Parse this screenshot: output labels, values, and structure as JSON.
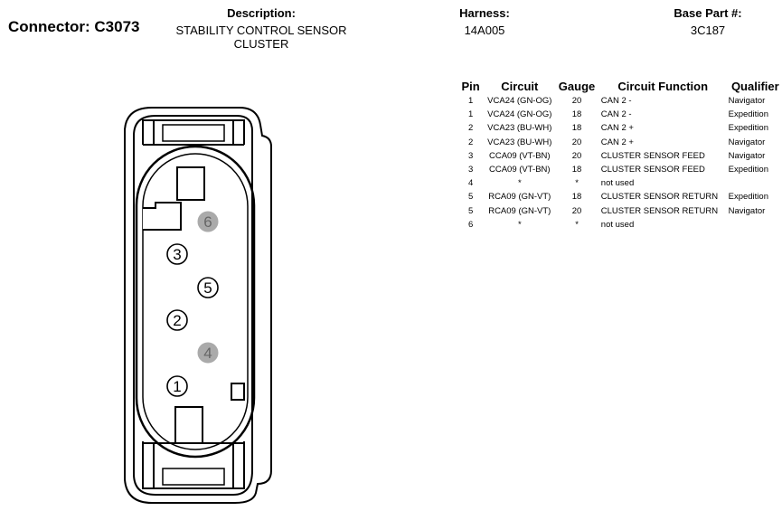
{
  "connector": {
    "label": "Connector: C3073"
  },
  "description": {
    "label": "Description:",
    "value": "STABILITY CONTROL SENSOR CLUSTER"
  },
  "harness": {
    "label": "Harness:",
    "value": "14A005"
  },
  "base_part": {
    "label": "Base Part #:",
    "value": "3C187"
  },
  "table": {
    "headers": {
      "pin": "Pin",
      "circuit": "Circuit",
      "gauge": "Gauge",
      "function": "Circuit Function",
      "qualifier": "Qualifier"
    },
    "rows": [
      {
        "pin": "1",
        "circuit": "VCA24 (GN-OG)",
        "gauge": "20",
        "function": "CAN 2 -",
        "qualifier": "Navigator"
      },
      {
        "pin": "1",
        "circuit": "VCA24 (GN-OG)",
        "gauge": "18",
        "function": "CAN 2 -",
        "qualifier": "Expedition"
      },
      {
        "pin": "2",
        "circuit": "VCA23 (BU-WH)",
        "gauge": "18",
        "function": "CAN 2 +",
        "qualifier": "Expedition"
      },
      {
        "pin": "2",
        "circuit": "VCA23 (BU-WH)",
        "gauge": "20",
        "function": "CAN 2 +",
        "qualifier": "Navigator"
      },
      {
        "pin": "3",
        "circuit": "CCA09 (VT-BN)",
        "gauge": "20",
        "function": "CLUSTER SENSOR FEED",
        "qualifier": "Navigator"
      },
      {
        "pin": "3",
        "circuit": "CCA09 (VT-BN)",
        "gauge": "18",
        "function": "CLUSTER SENSOR FEED",
        "qualifier": "Expedition"
      },
      {
        "pin": "4",
        "circuit": "*",
        "gauge": "*",
        "function": "not used",
        "qualifier": ""
      },
      {
        "pin": "5",
        "circuit": "RCA09 (GN-VT)",
        "gauge": "18",
        "function": "CLUSTER SENSOR RETURN",
        "qualifier": "Expedition"
      },
      {
        "pin": "5",
        "circuit": "RCA09 (GN-VT)",
        "gauge": "20",
        "function": "CLUSTER SENSOR RETURN",
        "qualifier": "Navigator"
      },
      {
        "pin": "6",
        "circuit": "*",
        "gauge": "*",
        "function": "not used",
        "qualifier": ""
      }
    ]
  },
  "diagram": {
    "pins": [
      {
        "label": "6",
        "used": false
      },
      {
        "label": "3",
        "used": true
      },
      {
        "label": "5",
        "used": true
      },
      {
        "label": "2",
        "used": true
      },
      {
        "label": "4",
        "used": false
      },
      {
        "label": "1",
        "used": true
      }
    ],
    "colors": {
      "used_fill": "#ffffff",
      "unused_fill": "#aaaaaa",
      "unused_text": "#666666",
      "line": "#000000"
    }
  }
}
